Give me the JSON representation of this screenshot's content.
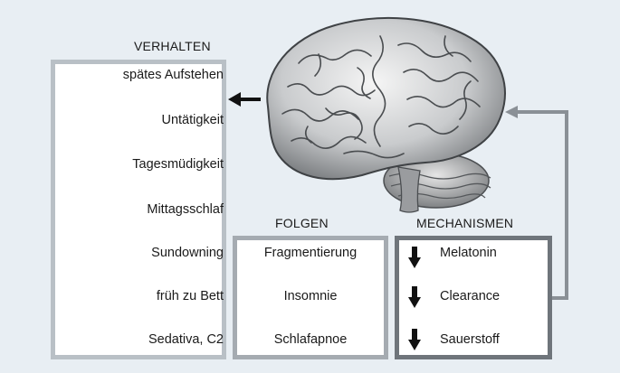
{
  "verhalten": {
    "heading": "VERHALTEN",
    "items": [
      "spätes Aufstehen",
      "Untätigkeit",
      "Tagesmüdigkeit",
      "Mittagsschlaf",
      "Sundowning",
      "früh zu Bett",
      "Sedativa, C2"
    ]
  },
  "folgen": {
    "heading": "FOLGEN",
    "items": [
      "Fragmentierung",
      "Insomnie",
      "Schlafapnoe"
    ]
  },
  "mechanismen": {
    "heading": "MECHANISMEN",
    "items": [
      "Melatonin",
      "Clearance",
      "Sauerstoff"
    ]
  },
  "icons": {
    "brain": "brain-illustration",
    "decrease": "down-arrow-icon",
    "flow": "arrow-left-icon"
  },
  "colors": {
    "background": "#e8eef3",
    "verhalten_border": "#b9c0c6",
    "folgen_border": "#a5abb1",
    "mechanismen_border": "#6f757b",
    "connector": "#8a9096"
  }
}
